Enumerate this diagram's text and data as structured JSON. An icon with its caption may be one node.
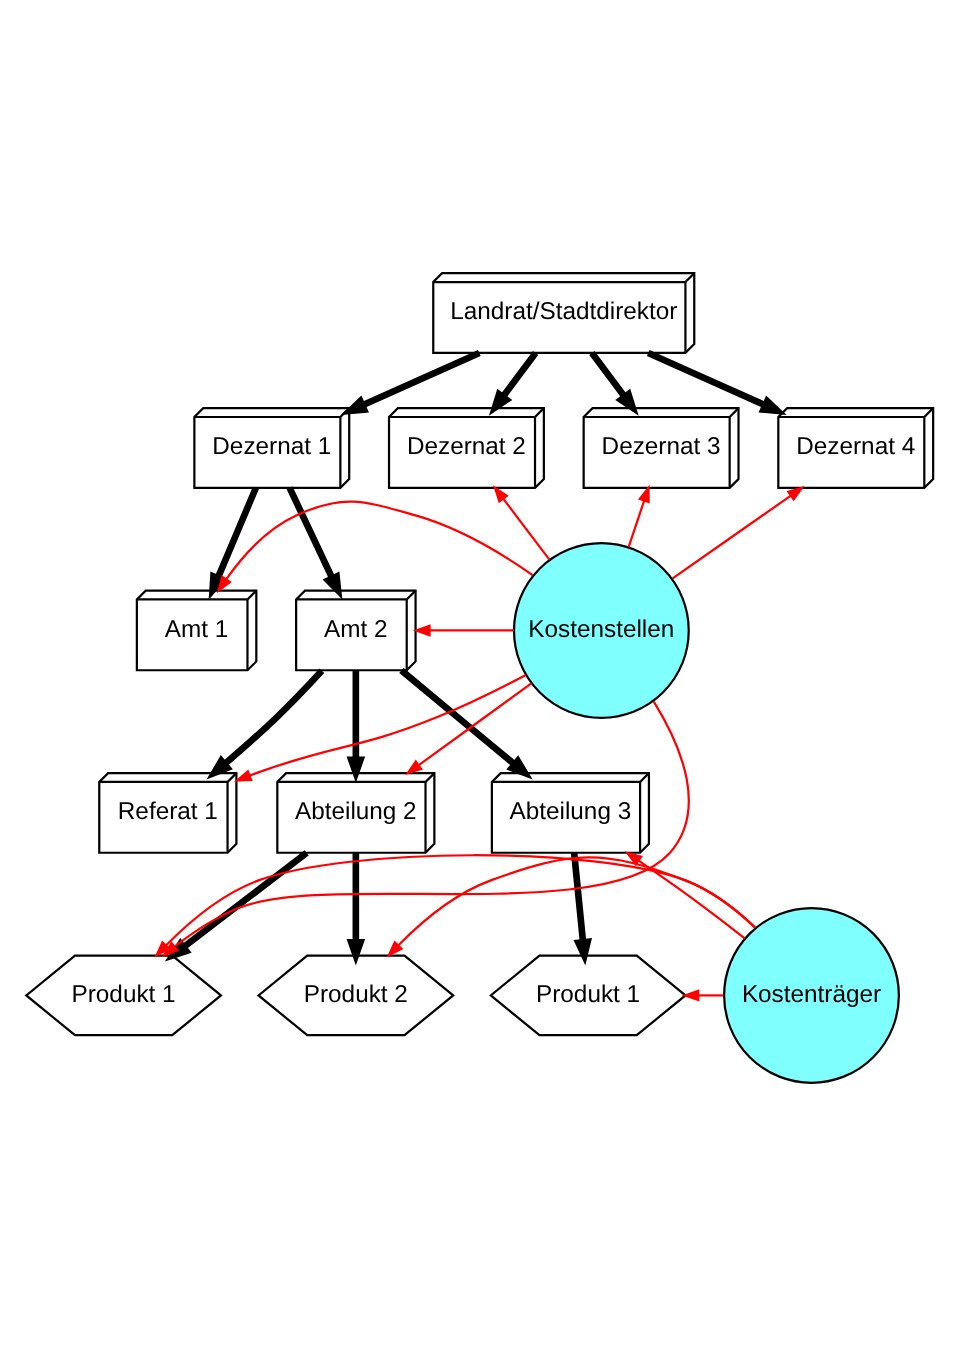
{
  "diagram": {
    "nodes": [
      {
        "text": [
          "Landrat/Stadtdirektor"
        ]
      },
      {
        "text": [
          "Dezernat 1"
        ]
      },
      {
        "text": [
          "Dezernat 2"
        ]
      },
      {
        "text": [
          "Dezernat 3"
        ]
      },
      {
        "text": [
          "Dezernat 4"
        ]
      },
      {
        "text": [
          "Amt 1"
        ]
      },
      {
        "text": [
          "Amt 2"
        ]
      },
      {
        "text": [
          "Referat 1"
        ]
      },
      {
        "text": [
          "Abteilung 2"
        ]
      },
      {
        "text": [
          "Produkt 1"
        ]
      },
      {
        "text": [
          "Produkt 2"
        ]
      },
      {
        "text": [
          "Abteilung 3"
        ]
      },
      {
        "text": [
          "Produkt 1"
        ]
      },
      {
        "text": [
          "Kostenstellen"
        ]
      },
      {
        "text": [
          "Kostenträger"
        ]
      }
    ],
    "edges": [
      {
        "from": 0,
        "to": 1,
        "arrow": "to",
        "style": "thick"
      },
      {
        "from": 0,
        "to": 2,
        "arrow": "to",
        "style": "thick"
      },
      {
        "from": 0,
        "to": 3,
        "arrow": "to",
        "style": "thick"
      },
      {
        "from": 0,
        "to": 4,
        "arrow": "to",
        "style": "thick"
      },
      {
        "from": 1,
        "to": 5,
        "arrow": "to",
        "style": "thick"
      },
      {
        "from": 1,
        "to": 6,
        "arrow": "to",
        "style": "thick"
      },
      {
        "from": 6,
        "to": 7,
        "arrow": "to",
        "style": "thick"
      },
      {
        "from": 6,
        "to": 8,
        "arrow": "to",
        "style": "thick"
      },
      {
        "from": 6,
        "to": 11,
        "arrow": "to",
        "style": "thick"
      },
      {
        "from": 8,
        "to": 9,
        "arrow": "to",
        "style": "thick"
      },
      {
        "from": 8,
        "to": 10,
        "arrow": "to",
        "style": "thick"
      },
      {
        "from": 11,
        "to": 12,
        "arrow": "to",
        "style": "thick"
      },
      {
        "from": 13,
        "to": 2,
        "arrow": "to",
        "color": "#ff0000"
      },
      {
        "from": 13,
        "to": 3,
        "arrow": "to",
        "color": "#ff0000"
      },
      {
        "from": 13,
        "to": 4,
        "arrow": "to",
        "color": "#ff0000"
      },
      {
        "from": 13,
        "to": 5,
        "arrow": "to",
        "color": "#ff0000"
      },
      {
        "from": 13,
        "to": 6,
        "arrow": "to",
        "color": "#ff0000"
      },
      {
        "from": 13,
        "to": 7,
        "arrow": "to",
        "color": "#ff0000"
      },
      {
        "from": 13,
        "to": 8,
        "arrow": "to",
        "color": "#ff0000"
      },
      {
        "from": 13,
        "to": 9,
        "arrow": "to",
        "color": "#ff0000"
      },
      {
        "from": 14,
        "to": 9,
        "arrow": "to",
        "color": "#ff0000"
      },
      {
        "from": 14,
        "to": 10,
        "arrow": "to",
        "color": "#ff0000"
      },
      {
        "from": 14,
        "to": 11,
        "arrow": "to",
        "color": "#ff0000"
      },
      {
        "from": 14,
        "to": 12,
        "arrow": "to",
        "color": "#ff0000"
      }
    ]
  }
}
